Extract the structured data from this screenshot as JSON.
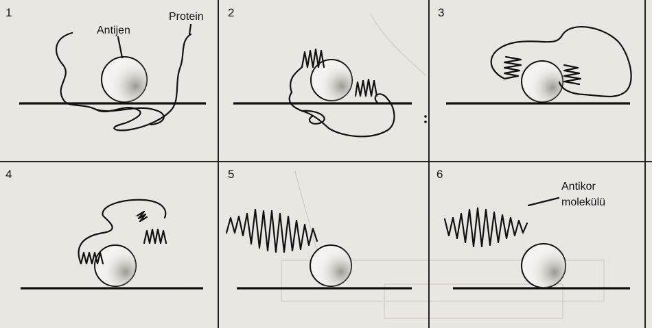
{
  "panels": [
    {
      "number": "1"
    },
    {
      "number": "2"
    },
    {
      "number": "3"
    },
    {
      "number": "4"
    },
    {
      "number": "5"
    },
    {
      "number": "6"
    }
  ],
  "labels": {
    "antigen": "Antijen",
    "protein": "Protein",
    "antibody_line1": "Antikor",
    "antibody_line2": "molekülü"
  }
}
